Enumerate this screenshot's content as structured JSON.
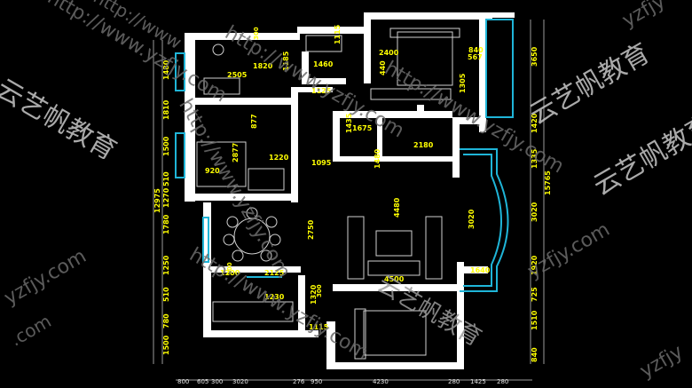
{
  "plan": {
    "dims_yellow": [
      "1820",
      "1185",
      "1460",
      "1115",
      "2400",
      "840",
      "567",
      "2505",
      "1125",
      "440",
      "1305",
      "877",
      "1675",
      "1435",
      "2180",
      "920",
      "2877",
      "1220",
      "1095",
      "1480",
      "4480",
      "3020",
      "1640",
      "1200",
      "2125",
      "1230",
      "4500",
      "1320",
      "1115",
      "2750",
      "3650",
      "1420",
      "1335",
      "15765",
      "3020",
      "1920",
      "725",
      "1510",
      "840",
      "1480",
      "1810",
      "1500",
      "510",
      "1270",
      "12975",
      "1780",
      "1250",
      "510",
      "780",
      "1500"
    ],
    "bottom_dims": [
      "800",
      "605",
      "300",
      "3020",
      "276",
      "950",
      "4230",
      "280",
      "1425",
      "280"
    ],
    "other_dims": [
      "300",
      "300",
      "300"
    ]
  },
  "watermarks": {
    "brand_cn": "云艺帆教育",
    "url": "http://www.yzfjy.com",
    "url_short": "yzfjy.com",
    "partial": "yzfjy",
    "partial_com": ".com",
    "partial_http": "http://www"
  },
  "colors": {
    "wall": "#ffffff",
    "dim": "#ffff00",
    "window": "#1fb5d8",
    "furniture": "#d8d8d8",
    "watermark": "#707070"
  }
}
